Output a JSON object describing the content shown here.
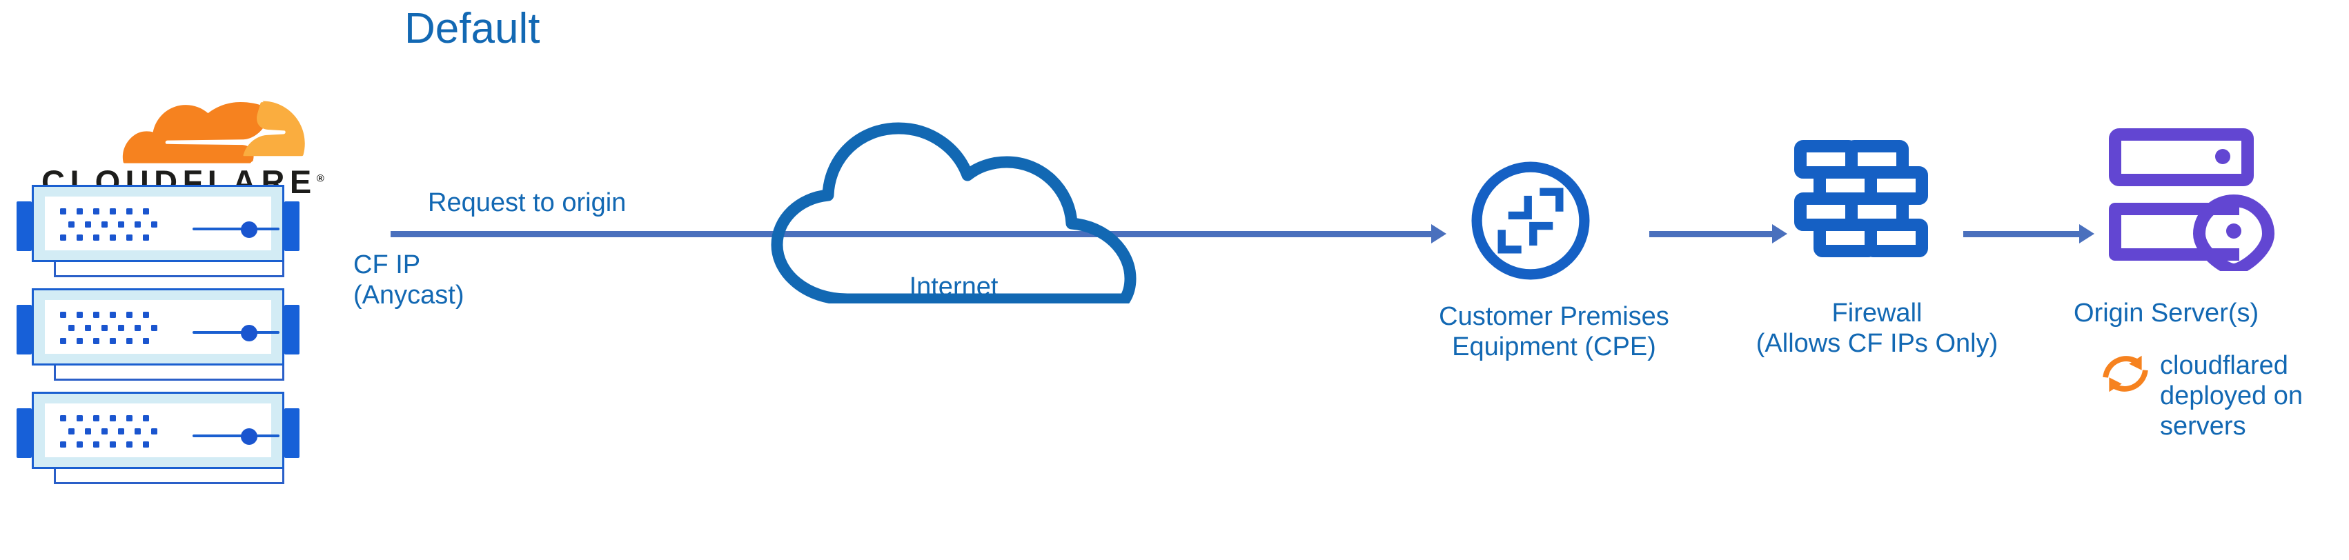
{
  "title": "Default",
  "colors": {
    "label_blue": "#1268b3",
    "icon_blue": "#1560c4",
    "arrow_blue": "#4a70bd",
    "origin_purple": "#6246d2",
    "cloudflare_orange": "#f6821f",
    "cloudflare_orange_light": "#faad3f",
    "server_fill": "#d3ecf5",
    "wordmark_black": "#1d1d1b"
  },
  "brand": {
    "wordmark": "CLOUDFLARE",
    "registered_mark": "®",
    "logo_name": "cloudflare-cloud-logo"
  },
  "servers": {
    "count": 3,
    "name": "cloudflare-edge-server"
  },
  "flow": {
    "request_label": "Request to origin",
    "cf_ip_label": "CF IP\n(Anycast)",
    "arrows": [
      {
        "name": "arrow-edge-to-internet",
        "from": "cloudflare-servers",
        "to": "internet"
      },
      {
        "name": "arrow-internet-to-cpe",
        "from": "internet",
        "to": "cpe"
      },
      {
        "name": "arrow-cpe-to-firewall",
        "from": "cpe",
        "to": "firewall"
      },
      {
        "name": "arrow-firewall-to-origin",
        "from": "firewall",
        "to": "origin-server"
      }
    ]
  },
  "nodes": {
    "internet": {
      "label": "Internet",
      "icon": "cloud-icon"
    },
    "cpe": {
      "label": "Customer Premises\nEquipment (CPE)",
      "icon": "router-icon"
    },
    "firewall": {
      "label": "Firewall\n(Allows CF IPs Only)",
      "icon": "brick-wall-icon"
    },
    "origin": {
      "label": "Origin Server(s)",
      "icon": "server-rack-pin-icon"
    },
    "cloudflared": {
      "label": "cloudflared\ndeployed on\nservers",
      "icon": "sync-arrows-icon"
    }
  }
}
